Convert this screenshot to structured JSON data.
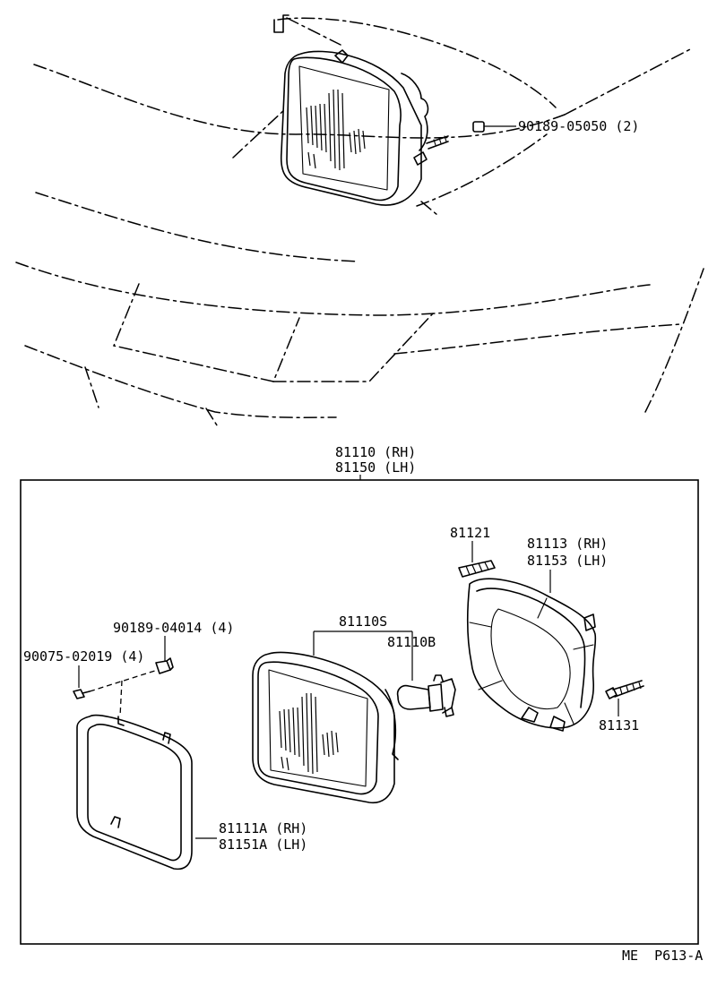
{
  "labels": {
    "assembly_rh": "81110 (RH)",
    "assembly_lh": "81150 (LH)",
    "screw_top": "90189-05050 (2)",
    "bulb_holder": "81121",
    "housing_rh": "81113 (RH)",
    "housing_lh": "81153 (LH)",
    "washer": "90189-04014 (4)",
    "screw_left": "90075-02019 (4)",
    "sealed_unit": "81110S",
    "bulb": "81110B",
    "adjust_screw": "81131",
    "retainer_rh": "81111A (RH)",
    "retainer_lh": "81151A (LH)",
    "page_code": "ME  P613-A"
  }
}
